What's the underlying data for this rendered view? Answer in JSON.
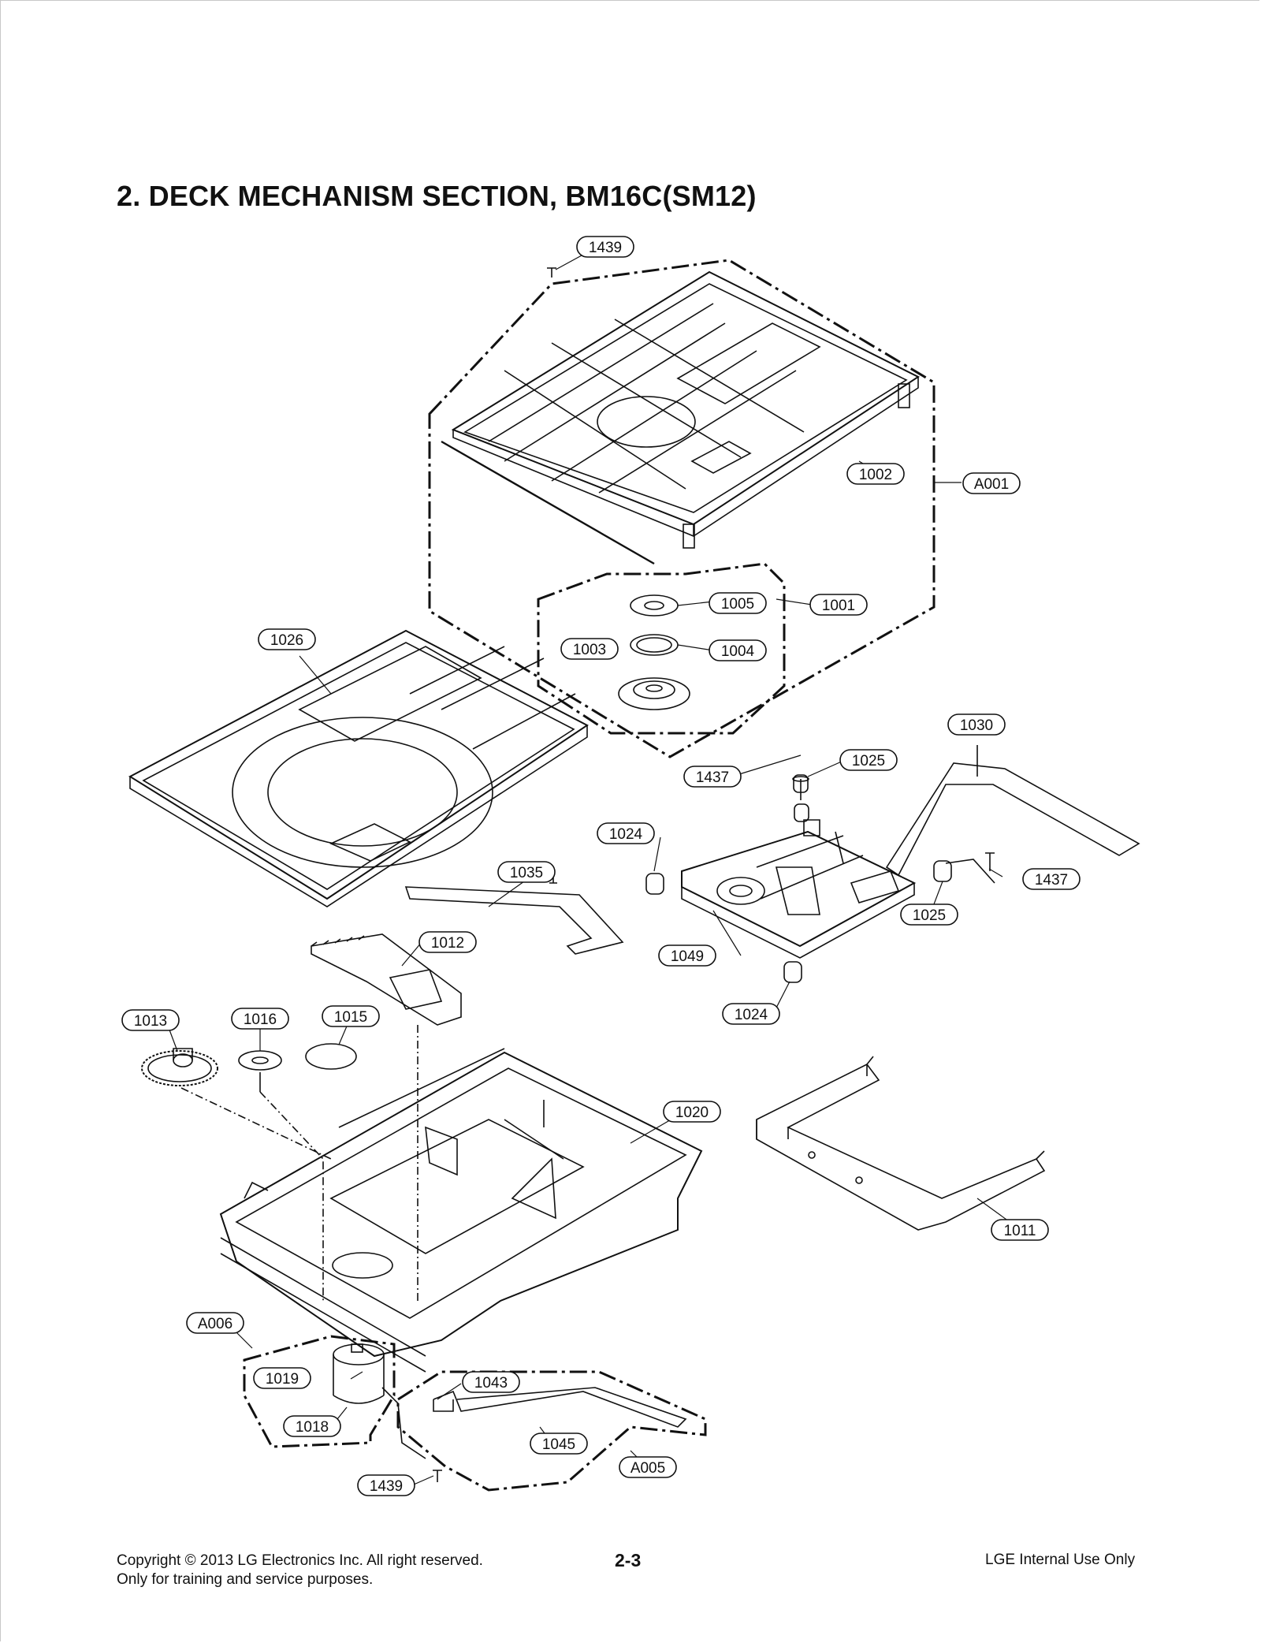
{
  "title": "2. DECK MECHANISM SECTION, BM16C(SM12)",
  "parts": {
    "p1439a": "1439",
    "p1002": "1002",
    "pA001": "A001",
    "p1005": "1005",
    "p1001": "1001",
    "p1003": "1003",
    "p1004": "1004",
    "p1026": "1026",
    "p1030": "1030",
    "p1437a": "1437",
    "p1025a": "1025",
    "p1024a": "1024",
    "p1035": "1035",
    "p1437b": "1437",
    "p1025b": "1025",
    "p1049": "1049",
    "p1012": "1012",
    "p1024b": "1024",
    "p1013": "1013",
    "p1016": "1016",
    "p1015": "1015",
    "p1020": "1020",
    "p1011": "1011",
    "pA006": "A006",
    "p1019": "1019",
    "p1043": "1043",
    "p1018": "1018",
    "p1045": "1045",
    "pA005": "A005",
    "p1439b": "1439"
  },
  "footer": {
    "copyright": "Copyright © 2013 LG Electronics Inc. All right reserved.",
    "purpose": "Only for training and service purposes.",
    "page": "2-3",
    "internal": "LGE Internal Use Only"
  }
}
